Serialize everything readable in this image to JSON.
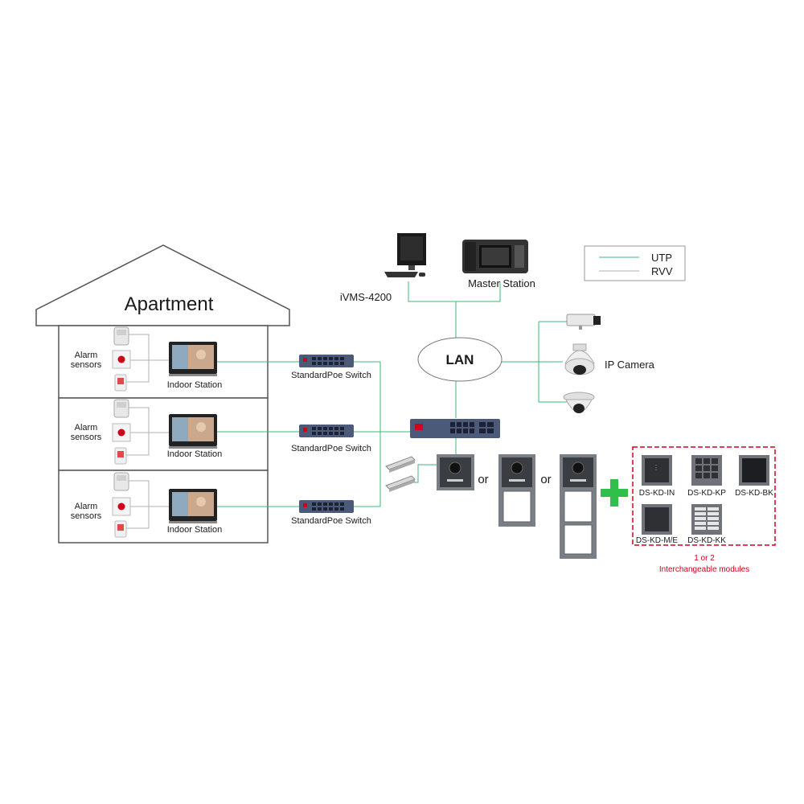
{
  "building": {
    "title": "Apartment",
    "floors": [
      {
        "sensors_label_1": "Alarm",
        "sensors_label_2": "sensors",
        "station_label": "Indoor Station",
        "switch_label": "StandardPoe Switch"
      },
      {
        "sensors_label_1": "Alarm",
        "sensors_label_2": "sensors",
        "station_label": "Indoor Station",
        "switch_label": "StandardPoe Switch"
      },
      {
        "sensors_label_1": "Alarm",
        "sensors_label_2": "sensors",
        "station_label": "Indoor Station",
        "switch_label": "StandardPoe Switch"
      }
    ]
  },
  "network": {
    "lan_label": "LAN",
    "pc_label": "iVMS-4200",
    "master_label": "Master Station",
    "camera_label": "IP Camera"
  },
  "legend": {
    "items": [
      {
        "label": "UTP",
        "color": "#3cb878"
      },
      {
        "label": "RVV",
        "color": "#b0b0b0"
      }
    ]
  },
  "door_stations": {
    "or_1": "or",
    "or_2": "or"
  },
  "modules": {
    "items": [
      "DS-KD-IN",
      "DS-KD-KP",
      "DS-KD-BK",
      "DS-KD-M/E",
      "DS-KD-KK"
    ],
    "note_1": "1 or 2",
    "note_2": "Interchangeable modules",
    "accent_color": "#d0021b",
    "plus_color": "#2fbf4a"
  }
}
